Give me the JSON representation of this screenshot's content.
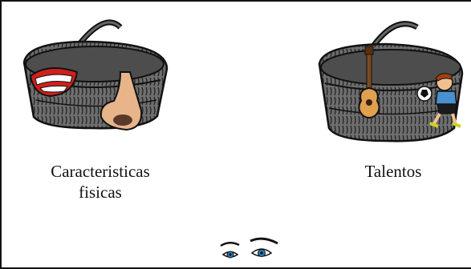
{
  "slide": {
    "left_basket_caption": [
      "Caracteristicas",
      "fisicas"
    ],
    "right_basket_caption": "Talentos"
  },
  "icons": {
    "left_basket": "basket-icon",
    "mouth": "mouth-icon",
    "nose": "nose-icon",
    "right_basket": "basket-icon",
    "guitar": "guitar-icon",
    "soccer_ball": "soccer-ball-icon",
    "boy": "boy-player-icon",
    "eyes": "eyes-icon"
  },
  "colors": {
    "basket_fill": "#6b6b6b",
    "basket_dark": "#3a3a3a",
    "line": "#111111",
    "skin": "#e8b48a",
    "mouth_red": "#d0201c",
    "guitar": "#e0a050",
    "iris": "#2a7fc0"
  }
}
